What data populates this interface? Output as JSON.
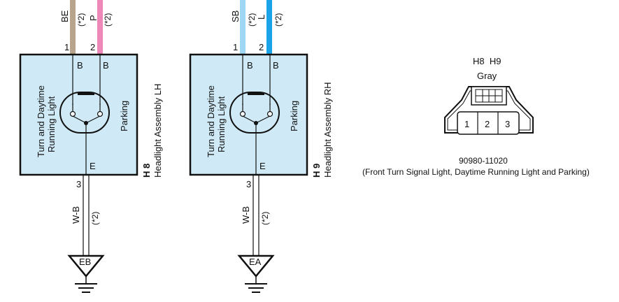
{
  "left": {
    "wires_top": [
      {
        "code": "BE",
        "note": "(*2)",
        "pin": "1",
        "color": "#b8a48c"
      },
      {
        "code": "P",
        "note": "(*2)",
        "pin": "2",
        "color": "#ee88b8"
      }
    ],
    "pin_labels": [
      "B",
      "B"
    ],
    "e_label": "E",
    "bottom_pin": "3",
    "bottom_wire": {
      "code": "W-B",
      "note": "(*2)"
    },
    "ground": "EB",
    "function_line1": "Turn and Daytime",
    "function_line2": "Running Light",
    "parking": "Parking",
    "side_id": "H 8",
    "side_name": "Headlight Assembly LH"
  },
  "right": {
    "wires_top": [
      {
        "code": "SB",
        "note": "(*2)",
        "pin": "1",
        "color": "#9fd6f4"
      },
      {
        "code": "L",
        "note": "(*2)",
        "pin": "2",
        "color": "#1aa3e8"
      }
    ],
    "pin_labels": [
      "B",
      "B"
    ],
    "e_label": "E",
    "bottom_pin": "3",
    "bottom_wire": {
      "code": "W-B",
      "note": "(*2)"
    },
    "ground": "EA",
    "function_line1": "Turn and Daytime",
    "function_line2": "Running Light",
    "parking": "Parking",
    "side_id": "H 9",
    "side_name": "Headlight Assembly RH"
  },
  "connector": {
    "ids": "H8  H9",
    "color_label": "Gray",
    "pins": [
      "1",
      "2",
      "3"
    ],
    "part_number": "90980-11020",
    "description": "(Front Turn Signal Light, Daytime Running Light and Parking)"
  },
  "colors": {
    "box_fill": "#cfeaf6",
    "stroke": "#111111"
  }
}
